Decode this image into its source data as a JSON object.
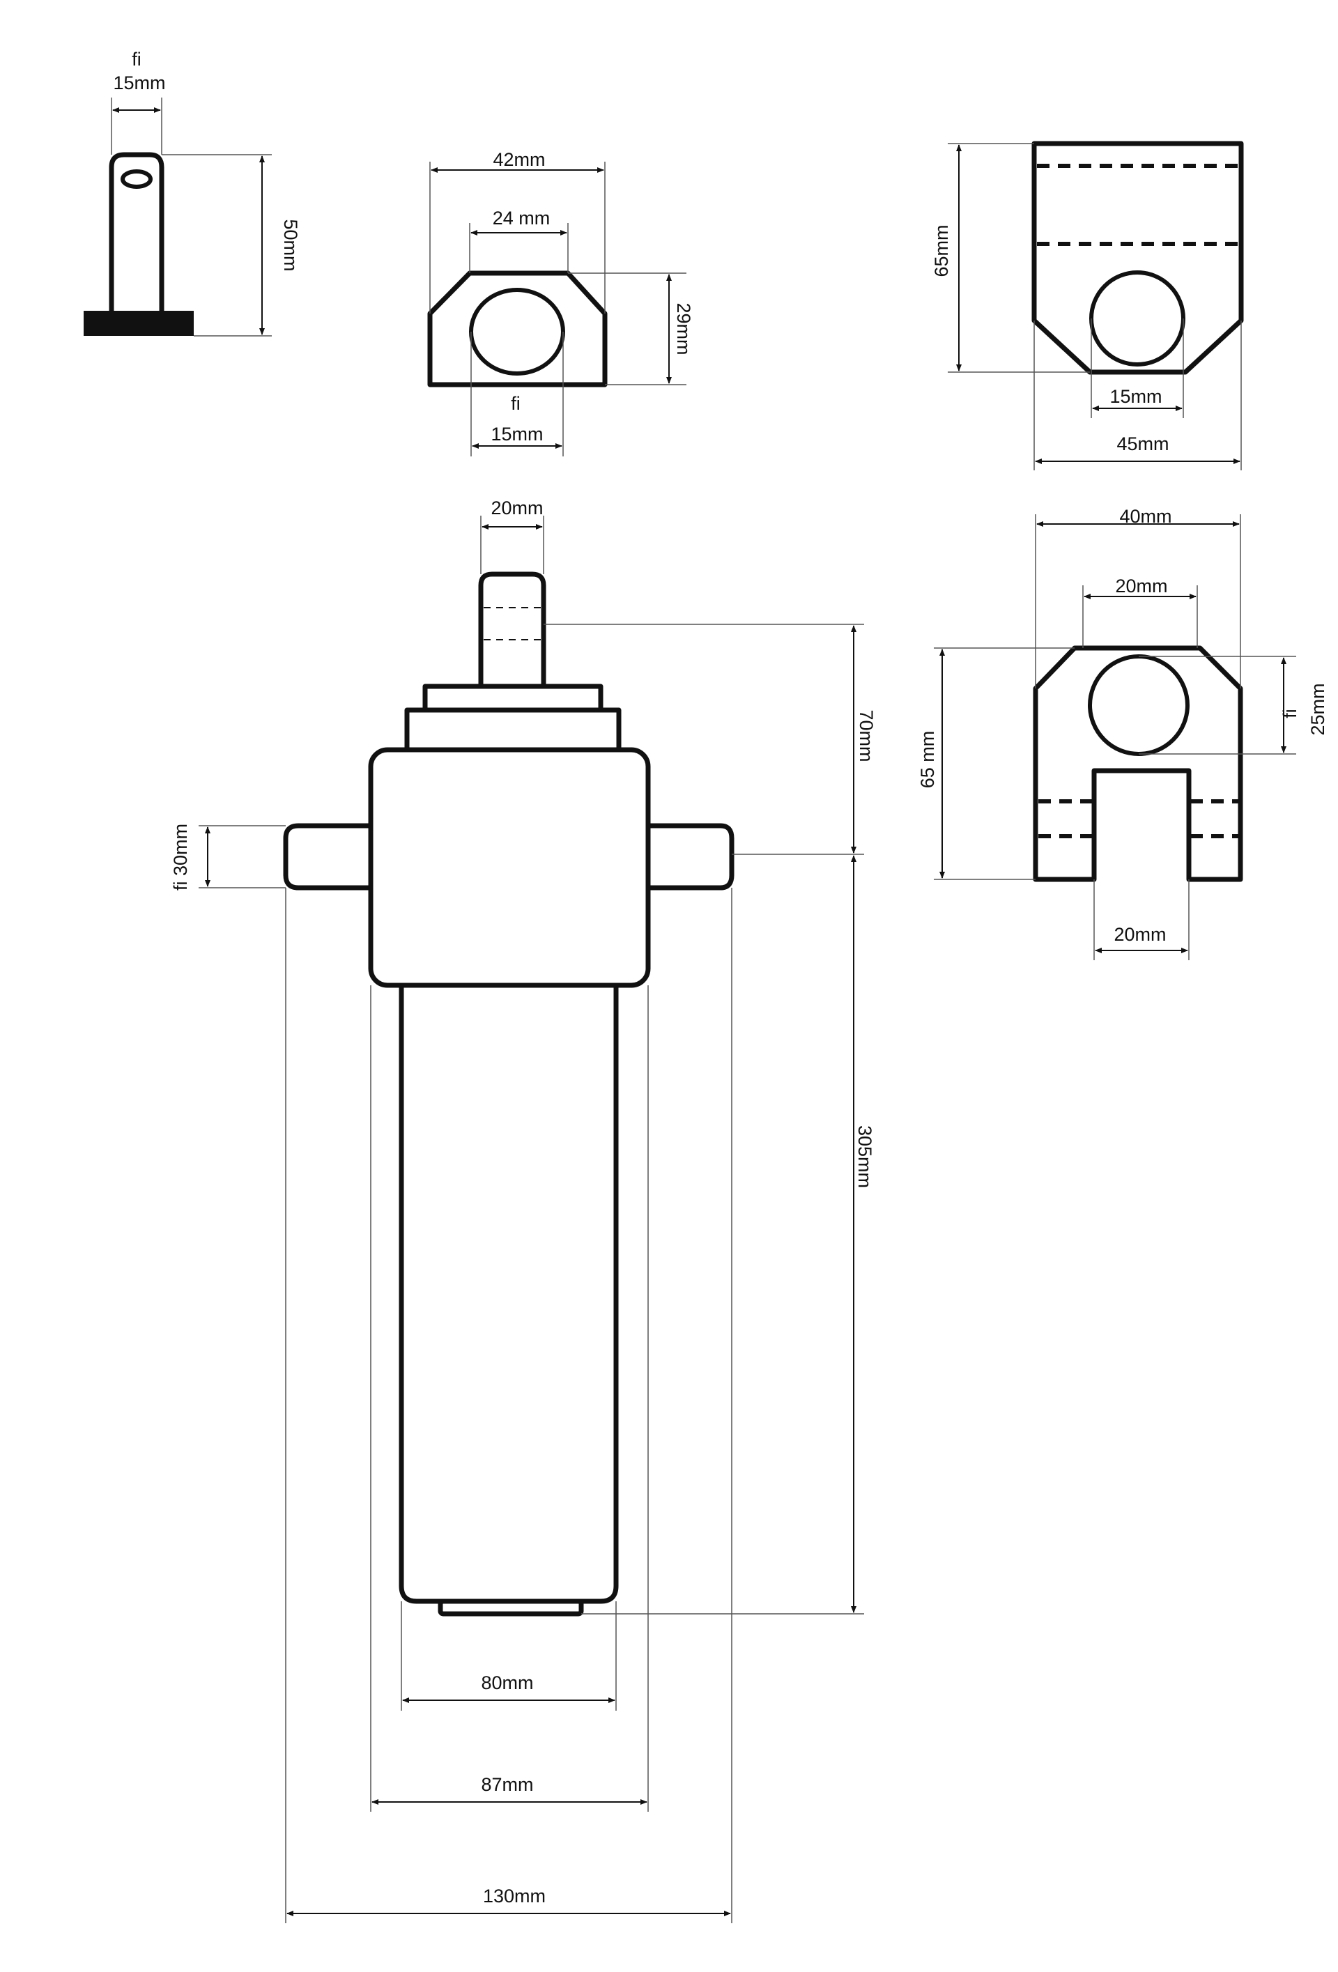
{
  "top_left_pin": {
    "fi": "fi",
    "dia": "15mm",
    "height": "50mm"
  },
  "top_mid_block": {
    "width": "42mm",
    "inner": "24 mm",
    "height": "29mm",
    "fi": "fi",
    "dia": "15mm"
  },
  "top_right_block": {
    "height": "65mm",
    "hole": "15mm",
    "width": "45mm"
  },
  "cylinder": {
    "rod": "20mm",
    "trunnion": "fi 30mm",
    "top_len": "70mm",
    "body_len": "305mm",
    "tube": "80mm",
    "head": "87mm",
    "overall": "130mm"
  },
  "mid_right_clevis": {
    "width": "40mm",
    "inner": "20mm",
    "fi": "fi",
    "dia": "25mm",
    "height": "65 mm",
    "slot": "20mm"
  }
}
